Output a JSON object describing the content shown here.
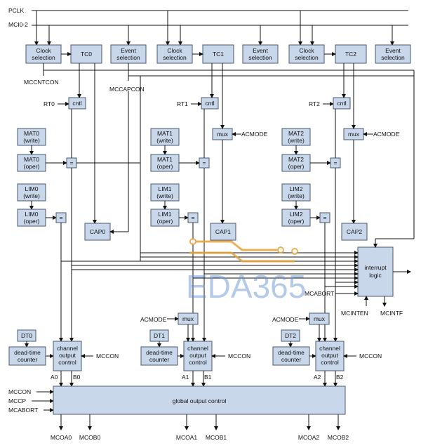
{
  "signals": {
    "pclk": "PCLK",
    "mci02": "MCI0-2",
    "mccntcon": "MCCNTCON",
    "mccapcon": "MCCAPCON",
    "rt0": "RT0",
    "rt1": "RT1",
    "rt2": "RT2",
    "acmode": "ACMODE",
    "mcabort": "MCABORT",
    "mcinten": "MCINTEN",
    "mcintf": "MCINTF",
    "mccon": "MCCON",
    "mccp": "MCCP",
    "a0": "A0",
    "b0": "B0",
    "a1": "A1",
    "b1": "B1",
    "a2": "A2",
    "b2": "B2"
  },
  "blocks": {
    "clock_sel": [
      "Clock",
      "selection"
    ],
    "event_sel": [
      "Event",
      "selection"
    ],
    "tc0": "TC0",
    "tc1": "TC1",
    "tc2": "TC2",
    "cntl": "cntl",
    "mux": "mux",
    "eq": "=",
    "mat0w": [
      "MAT0",
      "(write)"
    ],
    "mat0o": [
      "MAT0",
      "(oper)"
    ],
    "lim0w": [
      "LIM0",
      "(write)"
    ],
    "lim0o": [
      "LIM0",
      "(oper)"
    ],
    "mat1w": [
      "MAT1",
      "(write)"
    ],
    "mat1o": [
      "MAT1",
      "(oper)"
    ],
    "lim1w": [
      "LIM1",
      "(write)"
    ],
    "lim1o": [
      "LIM1",
      "(oper)"
    ],
    "mat2w": [
      "MAT2",
      "(write)"
    ],
    "mat2o": [
      "MAT2",
      "(oper)"
    ],
    "lim2w": [
      "LIM2",
      "(write)"
    ],
    "lim2o": [
      "LIM2",
      "(oper)"
    ],
    "cap0": "CAP0",
    "cap1": "CAP1",
    "cap2": "CAP2",
    "interrupt": [
      "interrupt",
      "logic"
    ],
    "dt0": "DT0",
    "dt1": "DT1",
    "dt2": "DT2",
    "deadtime": [
      "dead-time",
      "counter"
    ],
    "channel": [
      "channel",
      "output",
      "control"
    ],
    "global": "global output control"
  },
  "outputs": [
    "MCOA0",
    "MCOB0",
    "MCOA1",
    "MCOB1",
    "MCOA2",
    "MCOB2"
  ],
  "watermark": "EDA365",
  "colors": {
    "block_fill": "#c9d7ea",
    "block_stroke": "#4a5a70",
    "watermark": "#5b8fd0"
  }
}
